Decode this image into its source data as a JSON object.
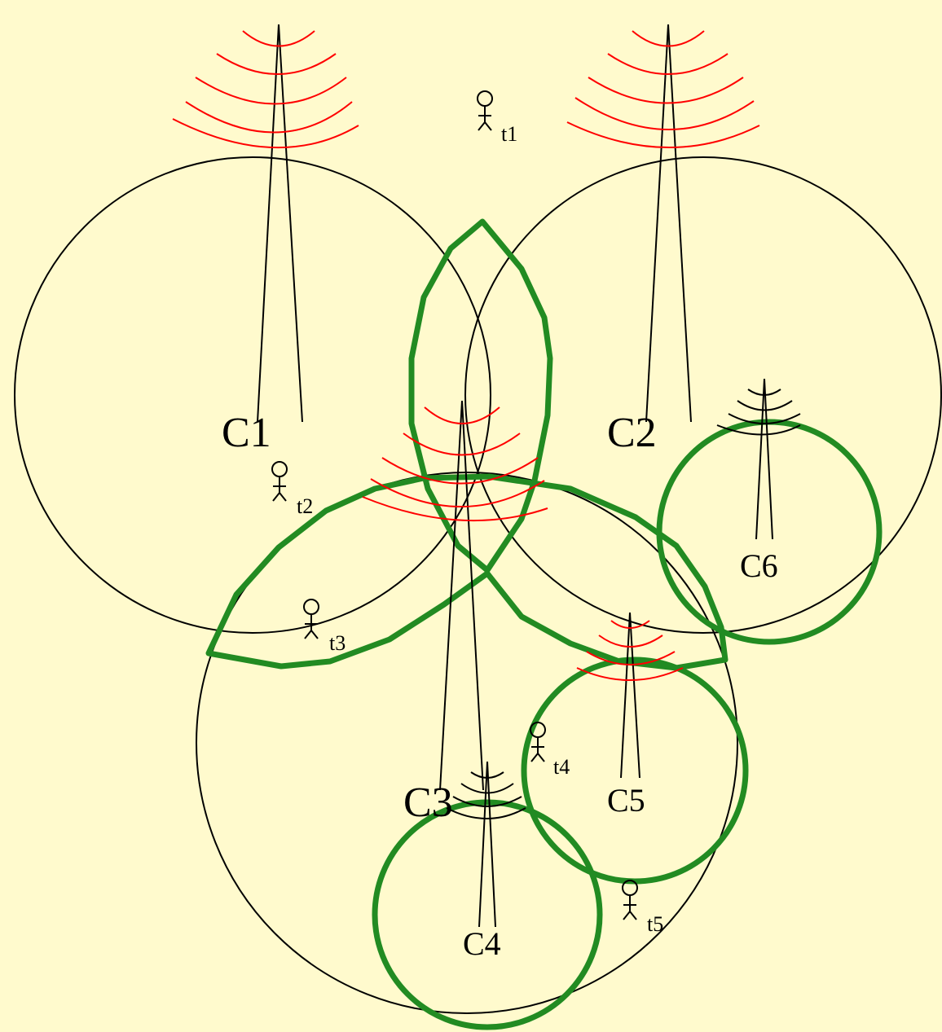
{
  "colors": {
    "background": "#FFFACD",
    "cell_outline": "#000000",
    "signal_waves": "#FF0000",
    "highlight": "#228B22"
  },
  "cells": [
    {
      "id": "c1",
      "label": "C1"
    },
    {
      "id": "c2",
      "label": "C2"
    },
    {
      "id": "c3",
      "label": "C3"
    },
    {
      "id": "c4",
      "label": "C4"
    },
    {
      "id": "c5",
      "label": "C5"
    },
    {
      "id": "c6",
      "label": "C6"
    }
  ],
  "terminals": [
    {
      "id": "t1",
      "label": "t1"
    },
    {
      "id": "t2",
      "label": "t2"
    },
    {
      "id": "t3",
      "label": "t3"
    },
    {
      "id": "t4",
      "label": "t4"
    },
    {
      "id": "t5",
      "label": "t5"
    }
  ],
  "icons": {
    "antenna": "antenna-tower-icon",
    "terminal": "mobile-user-icon"
  }
}
